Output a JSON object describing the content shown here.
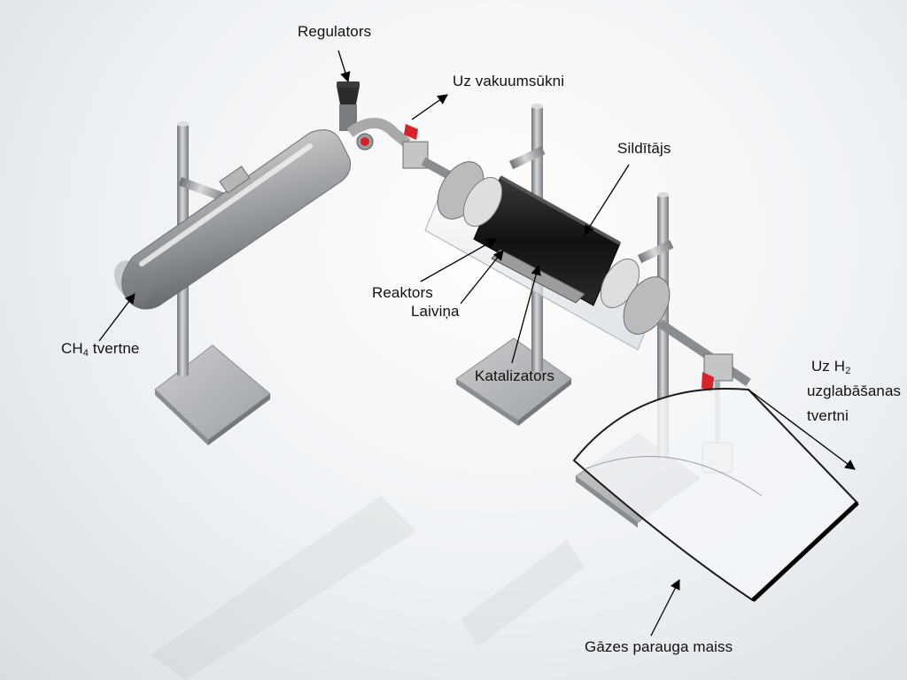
{
  "labels": {
    "regulators": "Regulators",
    "vacuum_pump": "Uz vakuumsūkni",
    "heater": "Sildītājs",
    "reactor": "Reaktors",
    "boat": "Laiviņa",
    "catalyst": "Katalizators",
    "ch4_prefix": "CH",
    "ch4_subscript": "4",
    "ch4_suffix": " tvertne",
    "h2_line1_prefix": "Uz H",
    "h2_line1_subscript": "2",
    "h2_line2": "uzglabāšanas",
    "h2_line3": "tvertni",
    "gas_bag": "Gāzes parauga maiss"
  },
  "colors": {
    "arrow": "#000000",
    "steel": "#a7a9ab",
    "heater": "#1a1a1a",
    "valve_red": "#d8232a",
    "background": "#eef1f4"
  }
}
